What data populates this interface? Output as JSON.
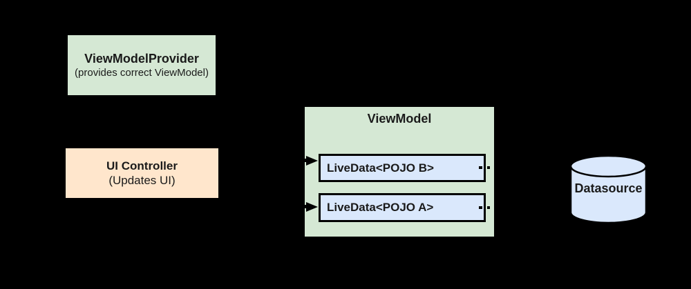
{
  "palette": {
    "background": "#000000",
    "green_fill": "#d5e8d4",
    "peach_fill": "#ffe6cc",
    "blue_fill": "#dae8fc",
    "stroke": "#000000"
  },
  "diagram": {
    "provider": {
      "title": "ViewModelProvider",
      "subtitle": "(provides correct ViewModel)"
    },
    "ui_controller": {
      "title": "UI Controller",
      "subtitle": "(Updates UI)"
    },
    "viewmodel": {
      "title": "ViewModel",
      "items": [
        {
          "label": "LiveData<POJO B>"
        },
        {
          "label": "LiveData<POJO A>"
        }
      ]
    },
    "datasource": {
      "label": "Datasource"
    }
  }
}
